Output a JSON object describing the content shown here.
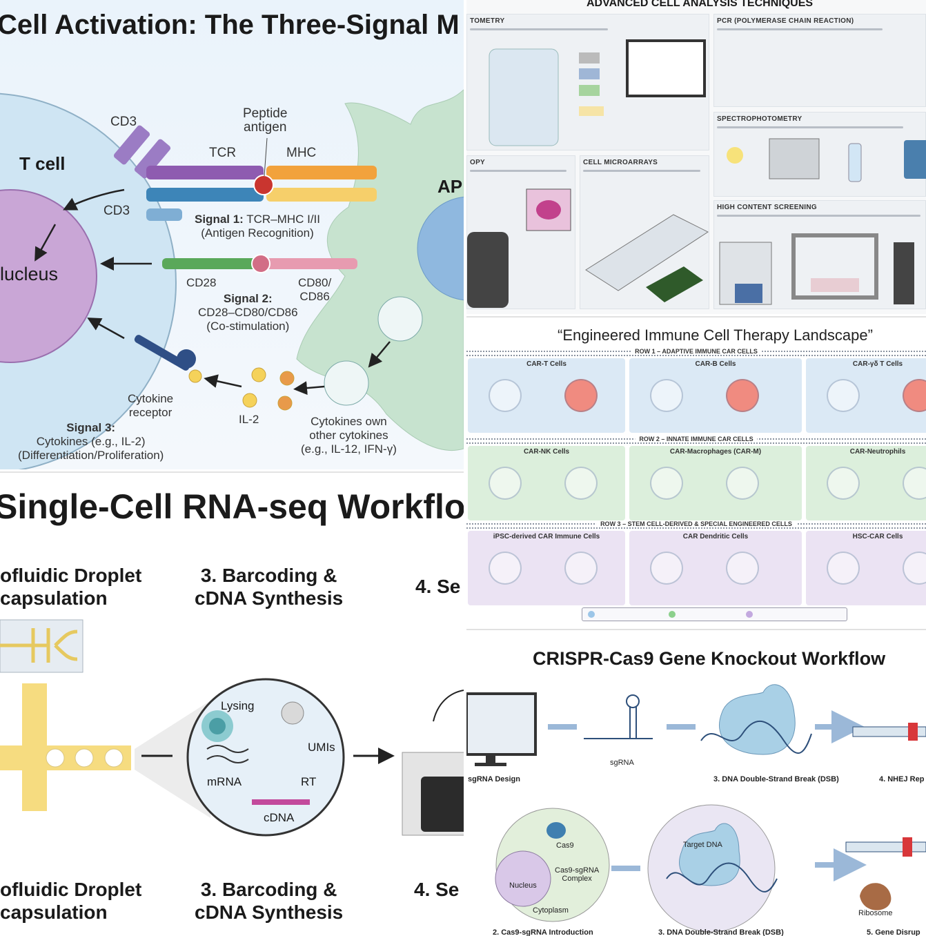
{
  "tcell_panel": {
    "title": "Cell Activation: The Three-Signal M",
    "labels": {
      "cd3_top": "CD3",
      "peptide": "Peptide\nantigen",
      "tcr": "TCR",
      "mhc": "MHC",
      "tcell": "T cell",
      "cd3_low": "CD3",
      "apc": "AP",
      "nucleus": "lucleus",
      "cd28": "CD28",
      "cd80": "CD80/\nCD86",
      "il2": "IL-2",
      "cytokine_receptor": "Cytokine\nreceptor",
      "cytokines_own": "Cytokines own\nother cytokines\n(e.g., IL-12, IFN-γ)"
    },
    "signal1": {
      "head": "Signal 1:",
      "text": " TCR–MHC I/II",
      "sub": "(Antigen Recognition)"
    },
    "signal2": {
      "head": "Signal 2:",
      "text": "CD28–CD80/CD86",
      "sub": "(Co-stimulation)"
    },
    "signal3": {
      "head": "Signal 3:",
      "text": "Cytokines (e.g., IL-2)",
      "sub": "(Differentiation/Proliferation)"
    },
    "colors": {
      "tcell": "#cfe5f3",
      "nucleus": "#c9a6d6",
      "apc": "#c7e3cf",
      "tcr": "#8e5bb0",
      "mhc": "#f2a23c",
      "cd28": "#5aa85a",
      "cd80": "#e79bb0"
    }
  },
  "scrnaseq_panel": {
    "title": "Single-Cell RNA-seq Workflow",
    "steps_top": [
      "ofluidic Droplet\ncapsulation",
      "3. Barcoding &\ncDNA Synthesis",
      "4. Se"
    ],
    "steps_bottom": [
      "ofluidic Droplet\ncapsulation",
      "3. Barcoding &\ncDNA Synthesis",
      "4. Se"
    ],
    "labels": {
      "lysing": "Lysing",
      "umis": "UMIs",
      "mrna": "mRNA",
      "rt": "RT",
      "cdna": "cDNA"
    }
  },
  "analysis_panel": {
    "title": "ADVANCED CELL ANALYSIS TECHNIQUES",
    "sections": [
      "TOMETRY",
      "PCR (POLYMERASE CHAIN REACTION)",
      "SPECTROPHOTOMETRY",
      "OPY",
      "CELL MICROARRAYS",
      "HIGH CONTENT SCREENING"
    ]
  },
  "therapy_panel": {
    "title": "“Engineered Immune Cell Therapy Landscape”",
    "rows": [
      {
        "header": "ROW 1 – ADAPTIVE IMMUNE CAR CELLS",
        "cells": [
          "CAR-T Cells",
          "CAR-B Cells",
          "CAR-γδ T Cells"
        ],
        "color": "#dbe9f5"
      },
      {
        "header": "ROW 2 – INNATE IMMUNE CAR CELLS",
        "cells": [
          "CAR-NK Cells",
          "CAR-Macrophages (CAR-M)",
          "CAR-Neutrophils"
        ],
        "color": "#dcefdc"
      },
      {
        "header": "ROW 3 – STEM CELL-DERIVED & SPECIAL ENGINEERED CELLS",
        "cells": [
          "iPSC-derived CAR Immune Cells",
          "CAR Dendritic Cells",
          "HSC-CAR Cells"
        ],
        "color": "#ebe3f3"
      }
    ]
  },
  "crispr_panel": {
    "title": "CRISPR-Cas9 Gene Knockout Workflow",
    "row1_labels": [
      "sgRNA Design",
      "sgRNA",
      "3. DNA Double-Strand Break (DSB)",
      "4. NHEJ Rep"
    ],
    "row2_labels": [
      "2. Cas9-sgRNA Introduction",
      "3. DNA Double-Strand Break (DSB)",
      "5. Gene Disrup"
    ],
    "inner": {
      "cas9": "Cas9",
      "complex": "Cas9-sgRNA\nComplex",
      "nucleus": "Nucleus",
      "cytoplasm": "Cytoplasm",
      "target": "Target DNA",
      "ribosome": "Ribosome"
    }
  }
}
